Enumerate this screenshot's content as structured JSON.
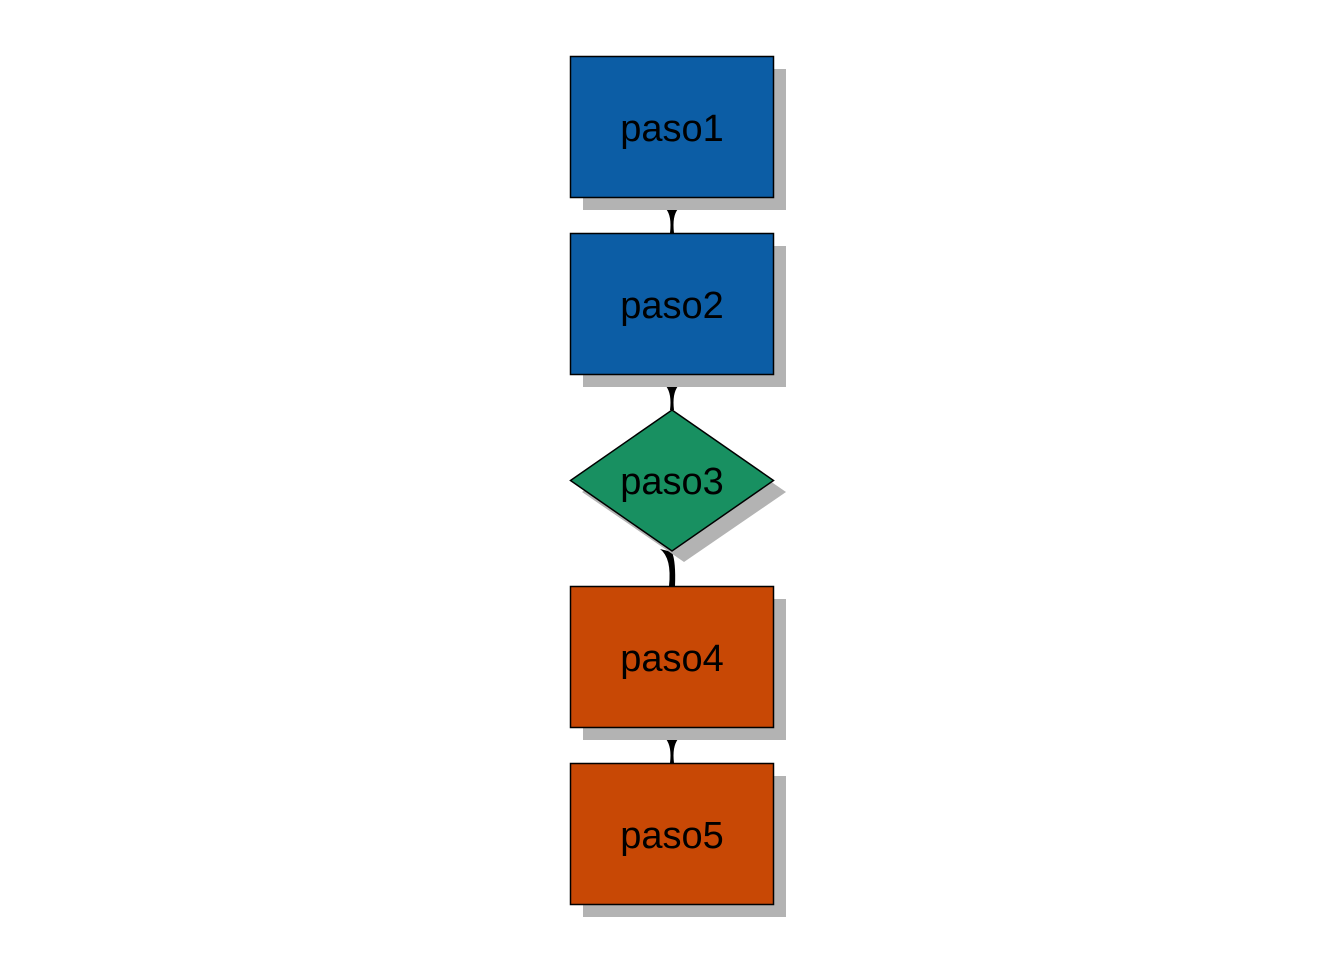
{
  "diagram": {
    "type": "flowchart",
    "direction": "top-to-bottom",
    "nodes": [
      {
        "id": "paso1",
        "label": "paso1",
        "shape": "rectangle",
        "color": "#0c5da5"
      },
      {
        "id": "paso2",
        "label": "paso2",
        "shape": "rectangle",
        "color": "#0c5da5"
      },
      {
        "id": "paso3",
        "label": "paso3",
        "shape": "diamond",
        "color": "#189061"
      },
      {
        "id": "paso4",
        "label": "paso4",
        "shape": "rectangle",
        "color": "#c84805"
      },
      {
        "id": "paso5",
        "label": "paso5",
        "shape": "rectangle",
        "color": "#c84805"
      }
    ],
    "edges": [
      {
        "from": "paso1",
        "to": "paso2"
      },
      {
        "from": "paso2",
        "to": "paso3"
      },
      {
        "from": "paso3",
        "to": "paso4"
      },
      {
        "from": "paso4",
        "to": "paso5"
      }
    ],
    "shadow_color": "#b3b3b3",
    "edge_color": "#000000"
  }
}
